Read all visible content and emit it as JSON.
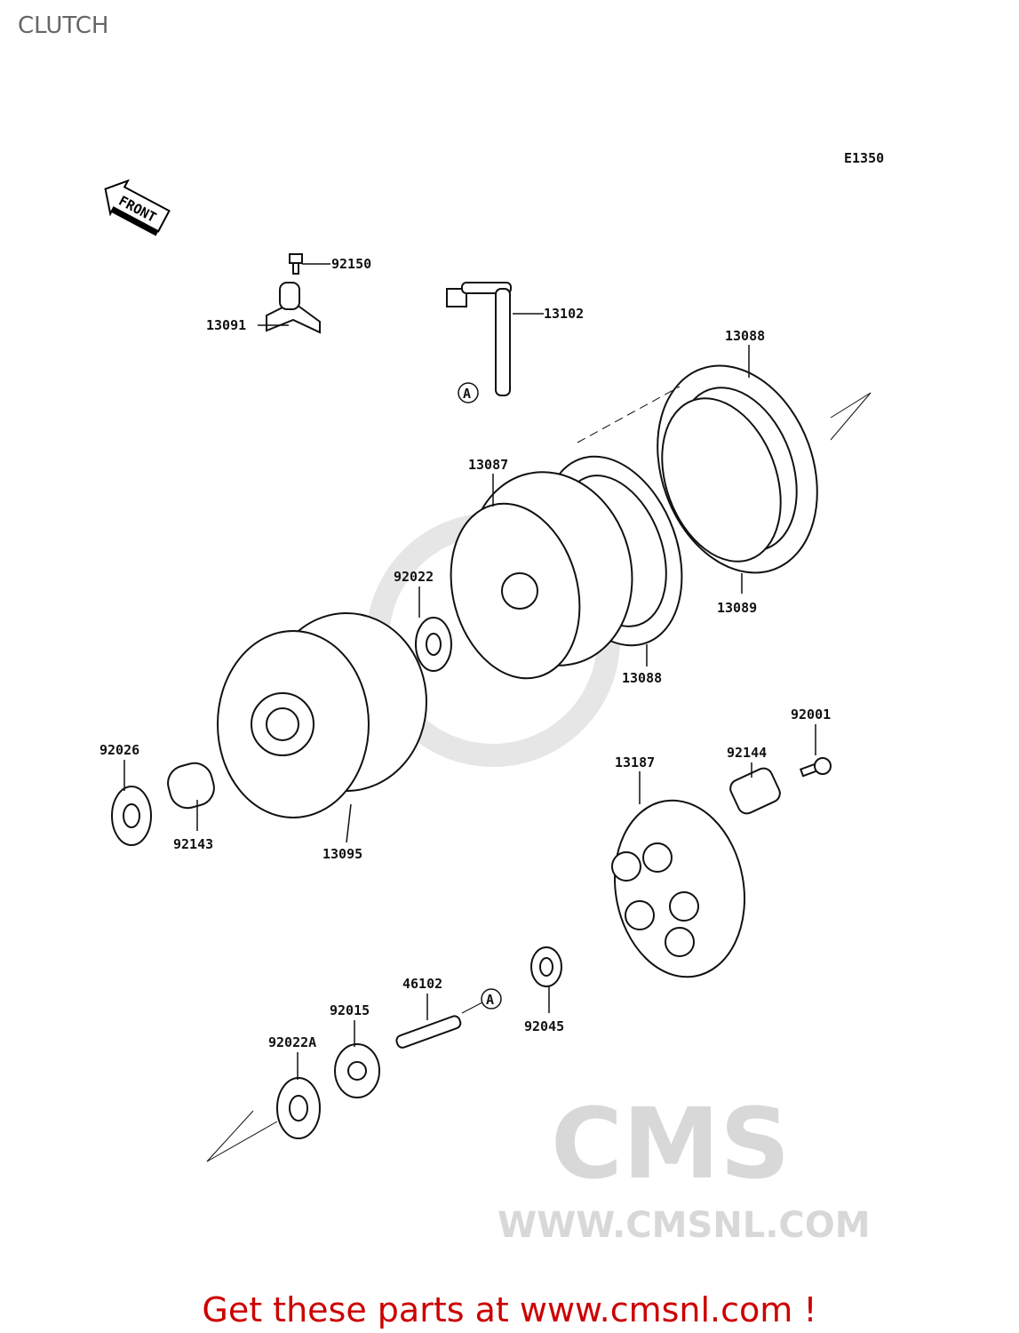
{
  "title": "CLUTCH",
  "diagram": {
    "code": "E1350",
    "front_marker": "FRONT",
    "watermark": {
      "logo": "CMS",
      "url": "WWW.CMSNL.COM"
    },
    "reference_marks": [
      "A",
      "A"
    ],
    "part_labels": [
      "92150",
      "13091",
      "13102",
      "13088",
      "13087",
      "92022",
      "13089",
      "13088",
      "92001",
      "92144",
      "13187",
      "92026",
      "92143",
      "13095",
      "46102",
      "92015",
      "92045",
      "92022A"
    ]
  },
  "footer": {
    "text": "Get these parts at www.cmsnl.com !"
  },
  "colors": {
    "footer": "#cc0000",
    "title": "#666666"
  }
}
